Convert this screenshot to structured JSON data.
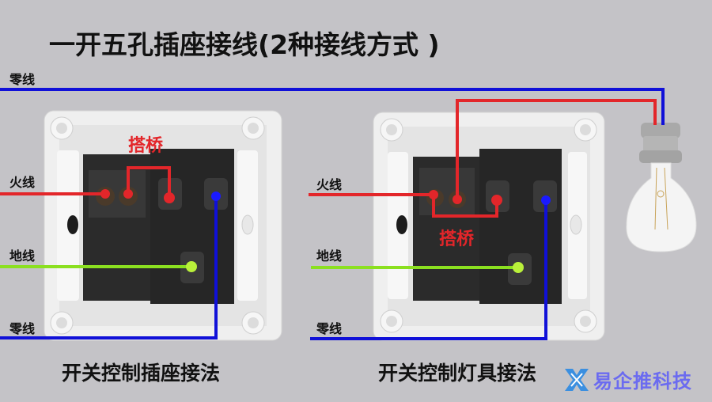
{
  "title": "一开五孔插座接线(2种接线方式 )",
  "colors": {
    "background": "#c4c3c7",
    "neutral_wire": "#1010d8",
    "live_wire": "#e3262a",
    "ground_wire": "#8be020",
    "plate": "#f2f2f2",
    "module": "#2e2e2e",
    "watermark": "#6b6bf0"
  },
  "top_wire_label": "零线",
  "diagrams": [
    {
      "caption": "开关控制插座接法",
      "bridge_label": "搭桥",
      "labels": {
        "live": "火线",
        "ground": "地线",
        "neutral": "零线"
      }
    },
    {
      "caption": "开关控制灯具接法",
      "bridge_label": "搭桥",
      "labels": {
        "live": "火线",
        "ground": "地线",
        "neutral": "零线"
      }
    }
  ],
  "watermark": {
    "icon": "x-logo-icon",
    "text": "易企推科技"
  }
}
